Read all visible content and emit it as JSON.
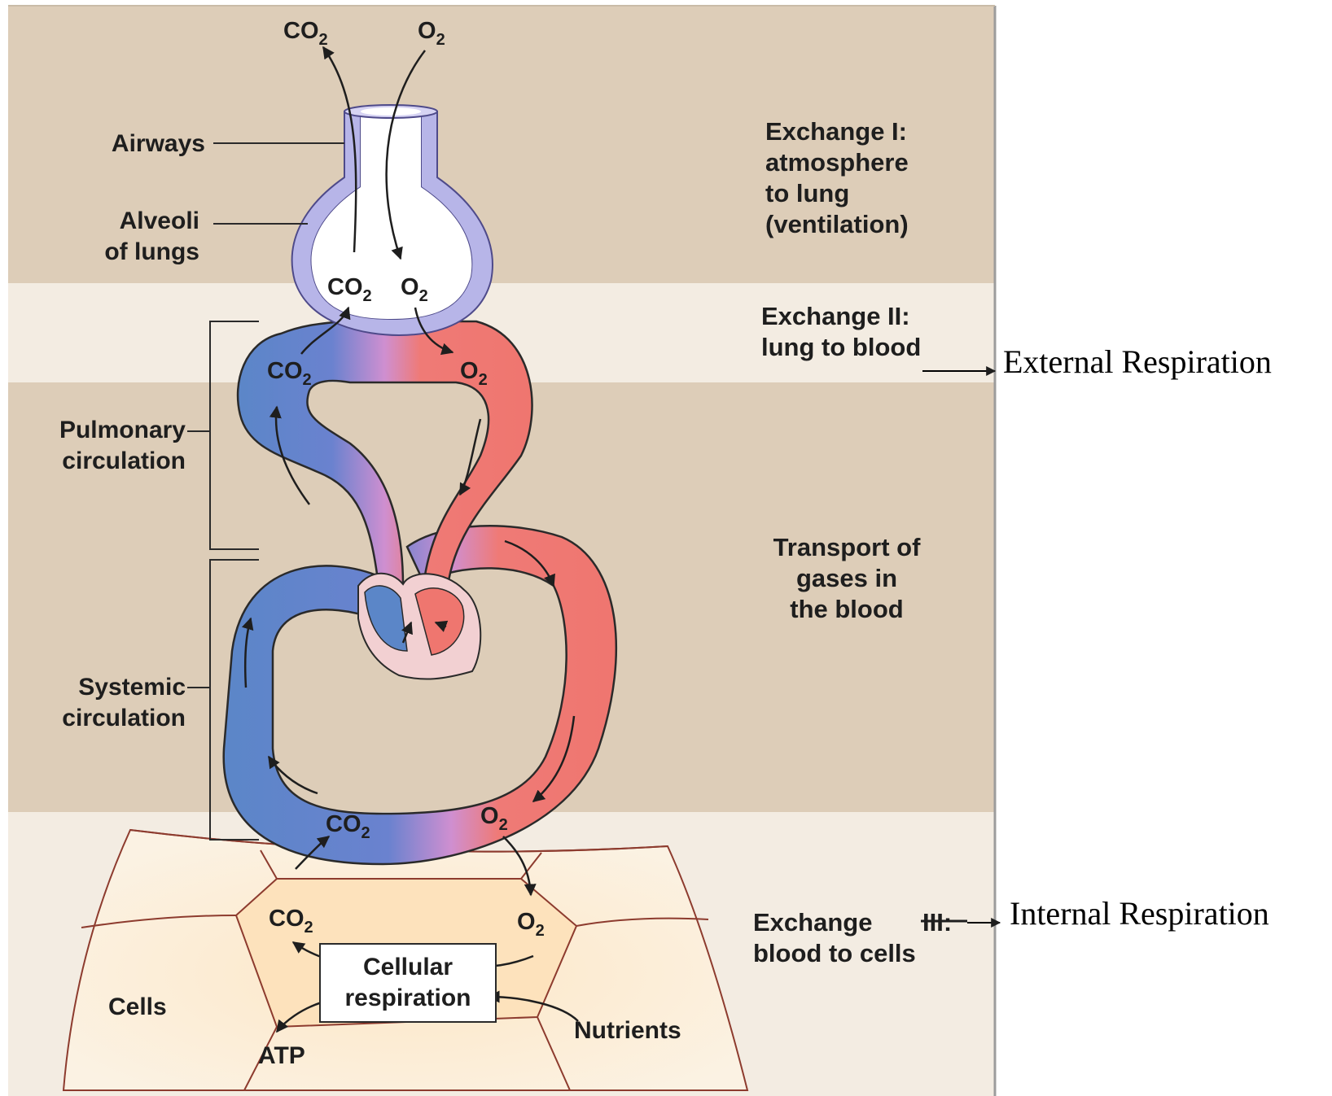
{
  "diagram": {
    "top_gases": {
      "co2": "CO",
      "co2_sub": "2",
      "o2": "O",
      "o2_sub": "2"
    },
    "alveoli_gases": {
      "co2": "CO",
      "co2_sub": "2",
      "o2": "O",
      "o2_sub": "2"
    },
    "pulmonary_gases": {
      "co2": "CO",
      "co2_sub": "2",
      "o2": "O",
      "o2_sub": "2"
    },
    "systemic_gases": {
      "co2": "CO",
      "co2_sub": "2",
      "o2": "O",
      "o2_sub": "2"
    },
    "cell_gases": {
      "co2": "CO",
      "co2_sub": "2",
      "o2": "O",
      "o2_sub": "2"
    },
    "left_labels": {
      "airways": "Airways",
      "alveoli_line1": "Alveoli",
      "alveoli_line2": "of lungs",
      "pulmonary_line1": "Pulmonary",
      "pulmonary_line2": "circulation",
      "systemic_line1": "Systemic",
      "systemic_line2": "circulation"
    },
    "right_labels": {
      "exchange1_line1": "Exchange I:",
      "exchange1_line2": "atmosphere",
      "exchange1_line3": "to lung",
      "exchange1_line4": "(ventilation)",
      "exchange2_line1": "Exchange II:",
      "exchange2_line2": "lung to blood",
      "transport_line1": "Transport of",
      "transport_line2": "gases in",
      "transport_line3": "the blood",
      "exchange3_word": "Exchange",
      "exchange3_numeral": "III:",
      "exchange3_line2": "blood to cells"
    },
    "cells_region": {
      "cells": "Cells",
      "cellular_line1": "Cellular",
      "cellular_line2": "respiration",
      "nutrients": "Nutrients",
      "atp": "ATP"
    },
    "annotations": {
      "external": "External Respiration",
      "internal": "Internal Respiration"
    }
  }
}
